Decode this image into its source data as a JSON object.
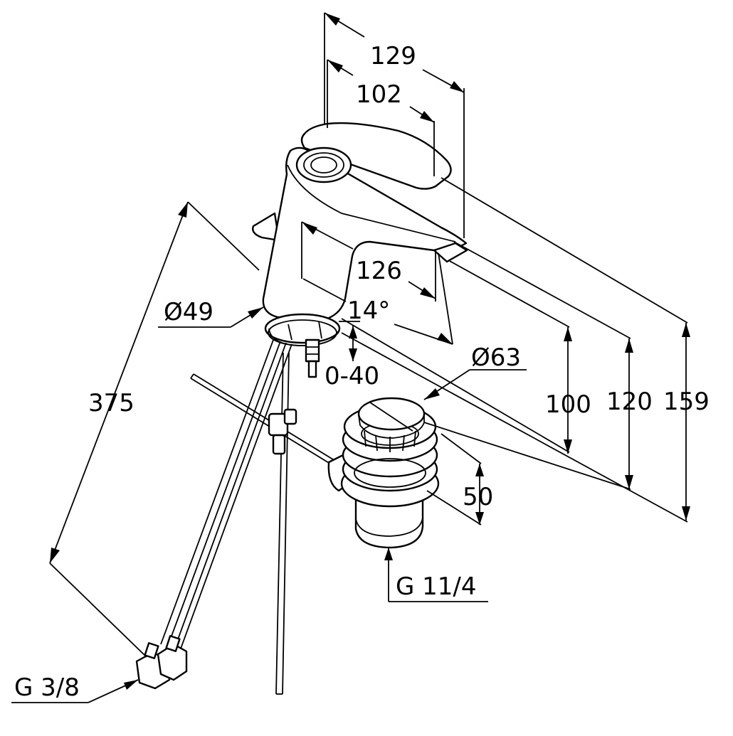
{
  "dimensions": {
    "total_length": "129",
    "lever_length": "102",
    "spout_reach": "126",
    "lever_angle": "14°",
    "base_diameter": "Ø49",
    "pop_up_diameter": "Ø63",
    "hose_length": "375",
    "deck_thickness": "0-40",
    "spout_height": "100",
    "outlet_height": "120",
    "overall_height": "159",
    "waste_height": "50",
    "waste_thread": "G 11/4",
    "supply_thread": "G 3/8"
  }
}
